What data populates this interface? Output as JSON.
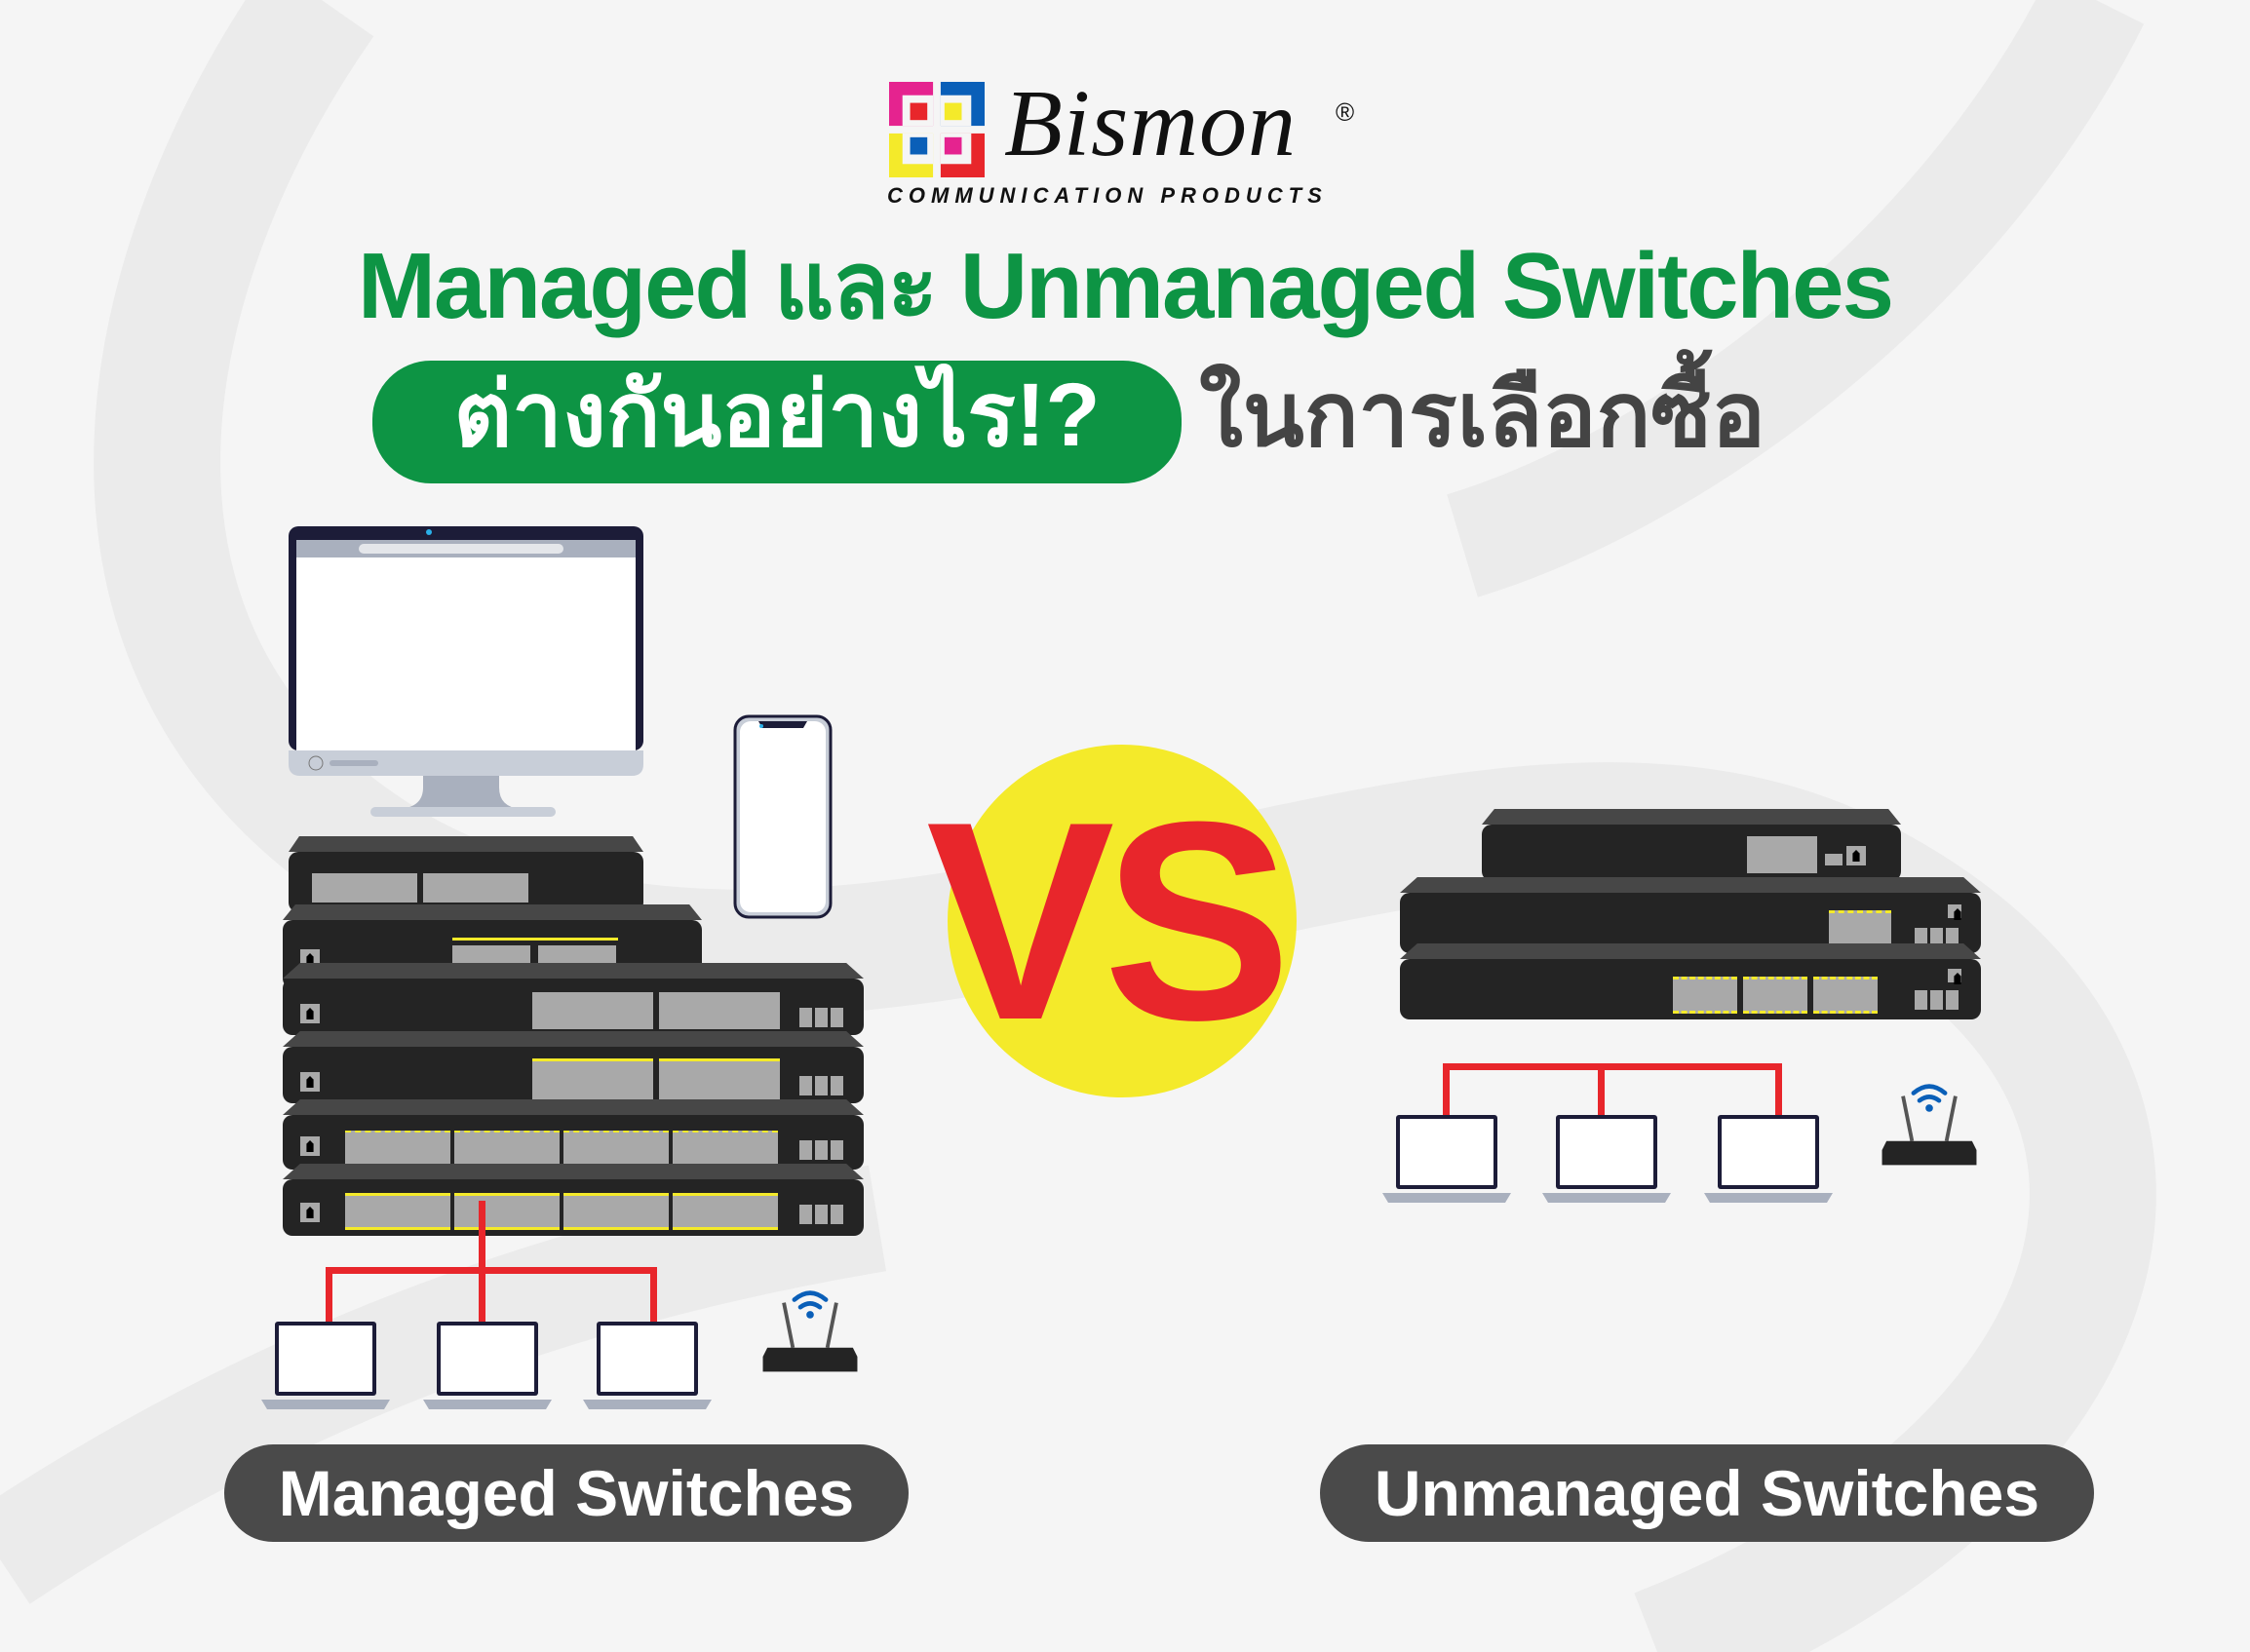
{
  "brand": {
    "name": "Bismon",
    "registered": "®",
    "tagline": "COMMUNICATION PRODUCTS",
    "logo_colors": [
      "#e5238f",
      "#0a5fb8",
      "#f4ea2a",
      "#e8262b"
    ]
  },
  "headline": {
    "line1": "Managed และ Unmanaged Switches",
    "line2_highlight": "ต่างกันอย่างไร!?",
    "line2_rest": "ในการเลือกซื้อ"
  },
  "versus": {
    "text": "VS"
  },
  "left_panel": {
    "label": "Managed Switches",
    "devices": [
      "desktop-monitor",
      "smartphone",
      "switch-stack-6",
      "laptop",
      "laptop",
      "laptop",
      "wifi-router"
    ]
  },
  "right_panel": {
    "label": "Unmanaged Switches",
    "devices": [
      "switch-stack-3",
      "laptop",
      "laptop",
      "laptop",
      "wifi-router"
    ]
  },
  "colors": {
    "background": "#f5f5f5",
    "green": "#0d9444",
    "dark_gray": "#444444",
    "label_pill": "#4a4a4a",
    "vs_red": "#e8262b",
    "vs_yellow": "#f4ea2a",
    "cable_red": "#e8262b",
    "wifi_blue": "#0a5fb8"
  }
}
